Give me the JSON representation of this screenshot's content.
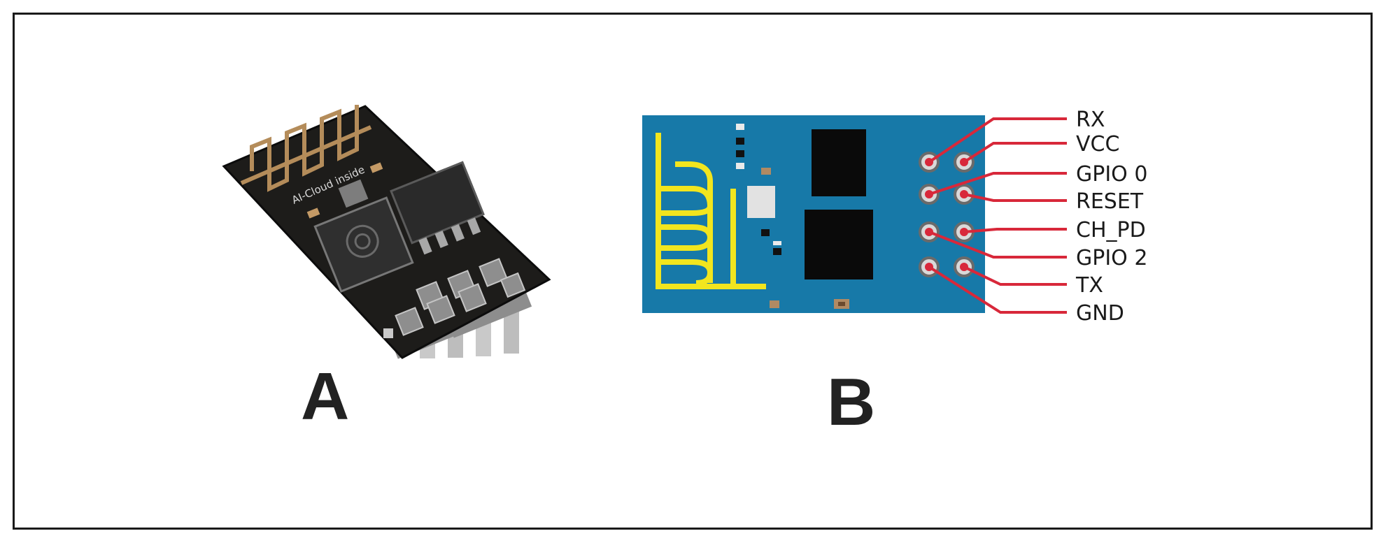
{
  "panels": {
    "a": {
      "label": "A",
      "chip_marking": "AI-Cloud inside"
    },
    "b": {
      "label": "B"
    }
  },
  "pins": [
    {
      "label": "RX"
    },
    {
      "label": "VCC"
    },
    {
      "label": "GPIO 0"
    },
    {
      "label": "RESET"
    },
    {
      "label": "CH_PD"
    },
    {
      "label": "GPIO 2"
    },
    {
      "label": "TX"
    },
    {
      "label": "GND"
    }
  ],
  "colors": {
    "board_blue": "#1779a8",
    "antenna_yellow": "#f2e51e",
    "pin_wire_red": "#d8283a",
    "pcb_black": "#1d1c1a",
    "antenna_trace_gold": "#b48c5a"
  }
}
